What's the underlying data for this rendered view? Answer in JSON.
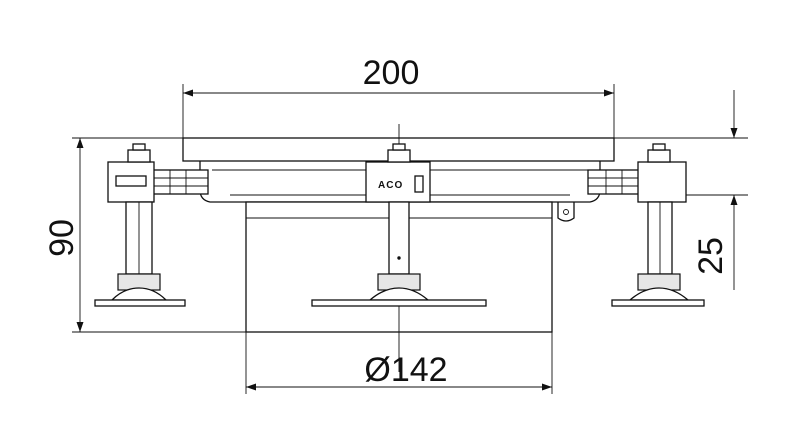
{
  "dimensions": {
    "top_width": "200",
    "outlet_diameter": "Ø142",
    "total_height": "90",
    "frame_height": "25"
  },
  "logo": "ACO"
}
